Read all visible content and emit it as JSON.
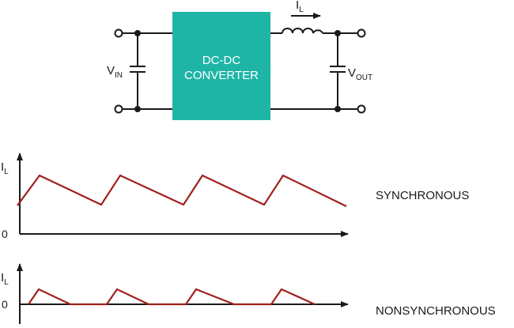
{
  "circuit": {
    "converter_label_line1": "DC-DC",
    "converter_label_line2": "CONVERTER",
    "converter_color": "#1fb5a6",
    "vin_label": "V",
    "vin_sub": "IN",
    "vout_label": "V",
    "vout_sub": "OUT",
    "il_label": "I",
    "il_sub": "L"
  },
  "synchronous_plot": {
    "y_axis_label": "I",
    "y_axis_sub": "L",
    "zero_label": "0",
    "mode_label": "SYNCHRONOUS"
  },
  "nonsynchronous_plot": {
    "y_axis_label": "I",
    "y_axis_sub": "L",
    "zero_label": "0",
    "mode_label": "NONSYNCHRONOUS"
  },
  "colors": {
    "waveform": "#a0201c",
    "wire": "#1a1a1a"
  }
}
